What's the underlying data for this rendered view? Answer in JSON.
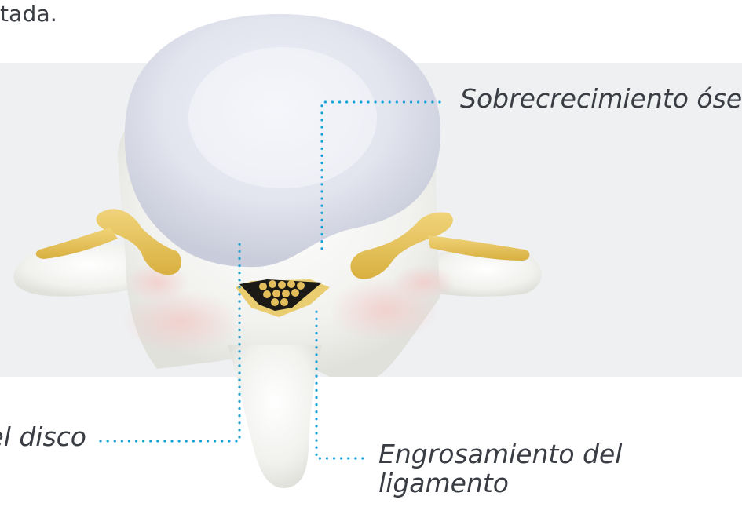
{
  "intro_text": "itada.",
  "labels": {
    "bone_overgrowth": "Sobrecrecimiento óseo",
    "disc": "el disco",
    "ligament_line1": "Engrosamiento del",
    "ligament_line2": "ligamento"
  },
  "colors": {
    "background_band": "#eff0f2",
    "callout_dots": "#1aa3d8",
    "vertebra": "#f3f3f1",
    "disc": "#dcdfeb",
    "nerves": "#e8c65a",
    "canal": "#1c1a17",
    "text": "#3a3d43"
  },
  "icons": [
    "vertebra-illustration",
    "spinal-disc",
    "nerve-roots",
    "spinal-canal"
  ]
}
